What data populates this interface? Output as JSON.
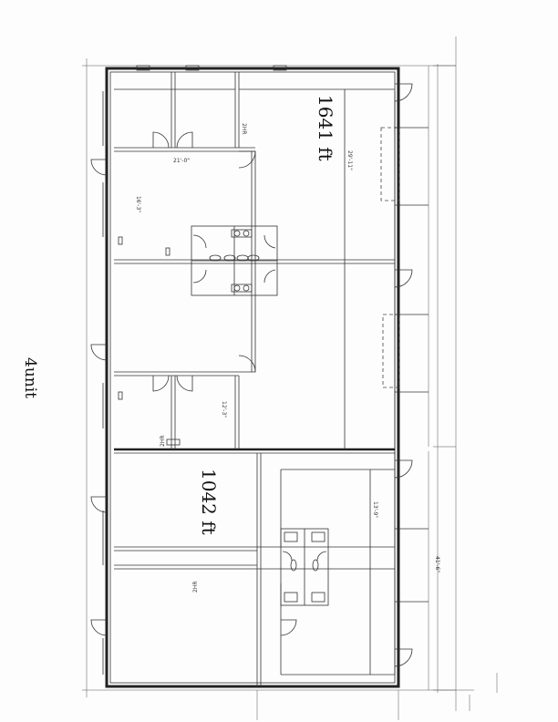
{
  "annotations": {
    "unit_upper": "1641 ft",
    "unit_lower": "1042 ft",
    "side_note": "4unit"
  },
  "dimensions": {
    "d1": "21'-0\"",
    "d2": "16'-3\"",
    "d3": "12'-3\"",
    "d4": "2HR",
    "d5": "2HR",
    "d6": "2HR",
    "d7": "29'-11\"",
    "d8": "13'-9\"",
    "d9": "41'-6\""
  },
  "colors": {
    "ink": "#222222",
    "paper": "#fdfdfd"
  }
}
